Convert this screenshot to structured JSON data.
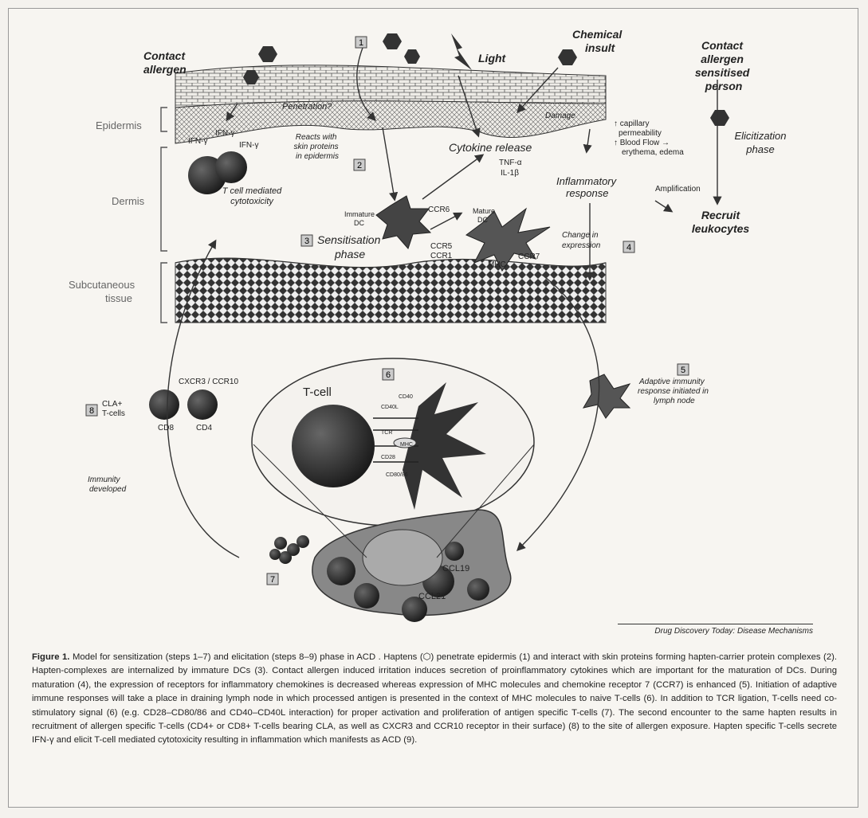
{
  "labels": {
    "contact_allergen": [
      "Contact",
      "allergen"
    ],
    "light": "Light",
    "chemical_insult": [
      "Chemical",
      "insult"
    ],
    "sensitised_person": [
      "Contact",
      "allergen",
      "sensitised",
      "person"
    ],
    "epidermis": "Epidermis",
    "dermis": "Dermis",
    "subcutaneous": [
      "Subcutaneous",
      "tissue"
    ],
    "penetration": "Penetration?",
    "damage": "Damage",
    "ifn_left": "IFN-γ",
    "ifn_mid1": "IFN-γ",
    "ifn_mid2": "IFN-γ",
    "reacts": [
      "Reacts with",
      "skin proteins",
      "in epidermis"
    ],
    "tcell_cyto": [
      "T cell mediated",
      "cytotoxicity"
    ],
    "cytokine_release": "Cytokine release",
    "tnf": "TNF-α",
    "il1": "IL-1β",
    "capillary": [
      "↑ capillary",
      "permeability",
      "↑ Blood Flow →",
      "erythema, edema"
    ],
    "elicitization": [
      "Elicitization",
      "phase"
    ],
    "inflammatory": [
      "Inflammatory",
      "response"
    ],
    "amplification": "Amplification",
    "recruit": [
      "Recruit",
      "leukocytes"
    ],
    "ccr6": "CCR6",
    "immature_dc": [
      "Immature",
      "DC"
    ],
    "ccr5": [
      "CCR5",
      "CCR1"
    ],
    "mature_dc": [
      "Mature",
      "DC"
    ],
    "ccr7": "CCR7",
    "mhc": "MHC",
    "change_expr": [
      "Change in",
      "expression"
    ],
    "sensitisation": [
      "Sensitisation",
      "phase"
    ],
    "cxcr3": "CXCR3 / CCR10",
    "cla": [
      "CLA+",
      "T-cells"
    ],
    "cd8": "CD8",
    "cd4": "CD4",
    "tcell": "T-cell",
    "cd40l": "CD40L",
    "cd40": "CD40",
    "tcr": "TCR",
    "mhc2": "MHC",
    "cd28": "CD28",
    "cd8086": "CD80/86",
    "adaptive": [
      "Adaptive immunity",
      "response initiated in",
      "lymph node"
    ],
    "immunity": [
      "Immunity",
      "developed"
    ],
    "ccl19": "CCL19",
    "ccl21": "CCL21"
  },
  "steps": [
    "1",
    "2",
    "3",
    "4",
    "5",
    "6",
    "7",
    "8"
  ],
  "source": "Drug Discovery Today: Disease Mechanisms",
  "caption": {
    "title": "Figure 1.",
    "text": "Model for sensitization (steps 1–7) and elicitation (steps 8–9) phase in ACD . Haptens (⬡) penetrate epidermis (1) and interact with skin proteins forming hapten-carrier protein complexes (2). Hapten-complexes are internalized by immature DCs (3). Contact allergen induced irritation induces secretion of proinflammatory cytokines which are important for the maturation of DCs. During maturation (4), the expression of receptors for inflammatory chemokines is decreased whereas expression of MHC molecules and chemokine receptor 7 (CCR7) is enhanced (5). Initiation of adaptive immune responses will take a place in draining lymph node in which processed antigen is presented in the context of MHC molecules to naive T-cells (6). In addition to TCR ligation, T-cells need co-stimulatory signal (6) (e.g. CD28–CD80/86 and CD40–CD40L interaction) for proper activation and proliferation of antigen specific T-cells (7). The second encounter to the same hapten results in recruitment of allergen specific T-cells (CD4+ or CD8+ T-cells bearing CLA, as well as CXCR3 and CCR10 receptor in their surface) (8) to the site of allergen exposure. Hapten specific T-cells secrete IFN-γ and elicit T-cell mediated cytotoxicity resulting in inflammation which manifests as ACD (9)."
  }
}
